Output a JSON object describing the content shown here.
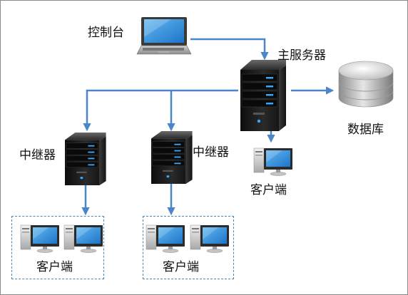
{
  "diagram": {
    "console_label": "控制台",
    "main_server_label": "主服务器",
    "database_label": "数据库",
    "relay_left_label": "中继器",
    "relay_right_label": "中继器",
    "client_main_label": "客户端",
    "client_group_left_label": "客户端",
    "client_group_right_label": "客户端"
  },
  "colors": {
    "connector": "#4a86c8",
    "group_border": "#4a86b8"
  }
}
